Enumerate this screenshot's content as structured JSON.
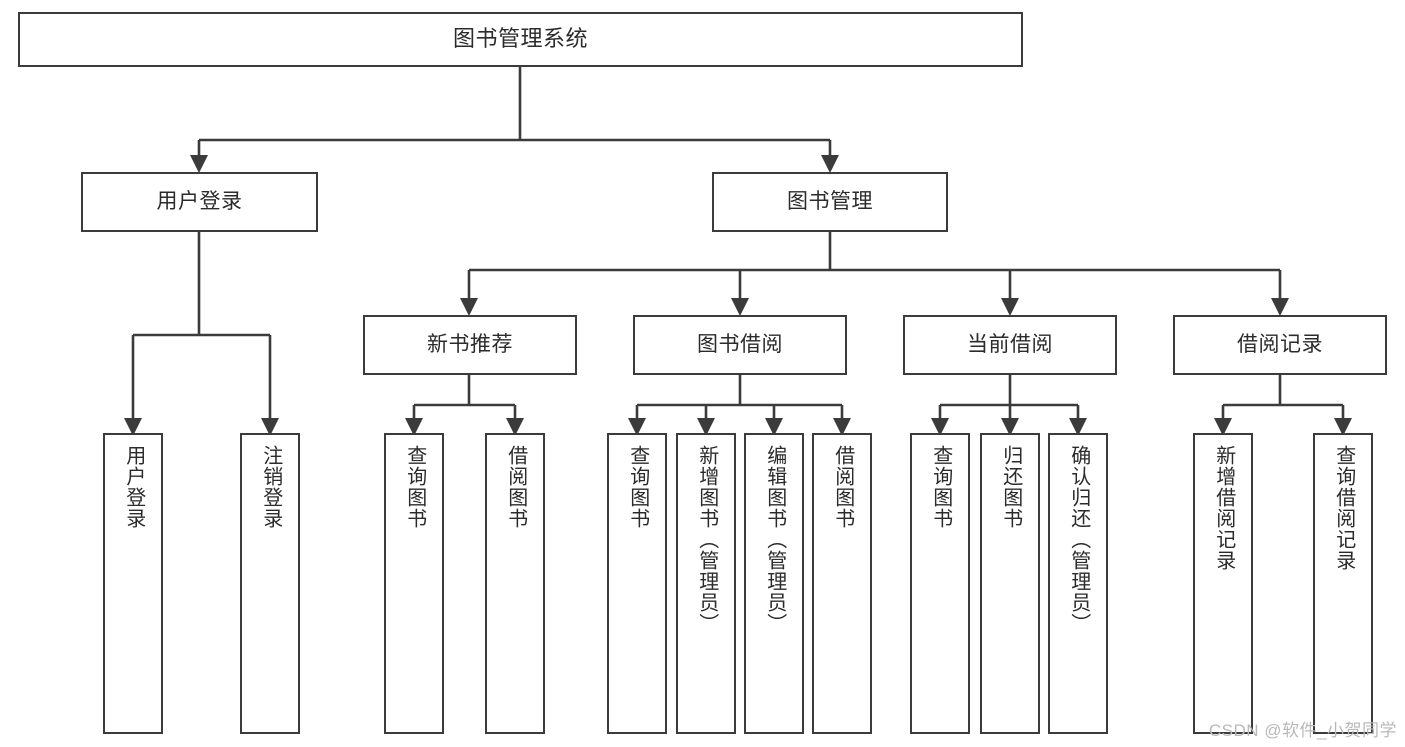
{
  "diagram": {
    "title": "图书管理系统",
    "type": "tree-hierarchy",
    "stroke_color": "#3b3b3b",
    "text_color": "#2b2b2b",
    "background_color": "#ffffff",
    "watermark": "CSDN @软件_小贺同学",
    "levels": {
      "root": {
        "label": "图书管理系统"
      },
      "level2": [
        {
          "label": "用户登录"
        },
        {
          "label": "图书管理"
        }
      ],
      "level3": [
        {
          "label": "新书推荐"
        },
        {
          "label": "图书借阅"
        },
        {
          "label": "当前借阅"
        },
        {
          "label": "借阅记录"
        }
      ],
      "leaves": {
        "user_login": [
          {
            "label": "用户登录"
          },
          {
            "label": "注销登录"
          }
        ],
        "new_book_recommend": [
          {
            "label": "查询图书"
          },
          {
            "label": "借阅图书"
          }
        ],
        "book_borrow": [
          {
            "label": "查询图书"
          },
          {
            "label": "新增图书（管理员）"
          },
          {
            "label": "编辑图书（管理员）"
          },
          {
            "label": "借阅图书"
          }
        ],
        "current_borrow": [
          {
            "label": "查询图书"
          },
          {
            "label": "归还图书"
          },
          {
            "label": "确认归还（管理员）"
          }
        ],
        "borrow_record": [
          {
            "label": "新增借阅记录"
          },
          {
            "label": "查询借阅记录"
          }
        ]
      }
    }
  }
}
